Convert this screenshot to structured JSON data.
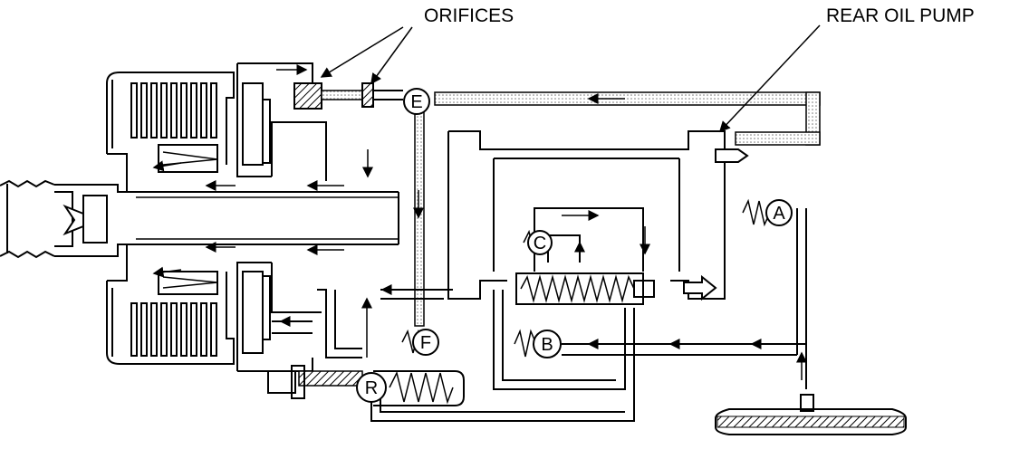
{
  "labels": {
    "orifices": "ORIFICES",
    "rear_oil_pump": "REAR OIL PUMP"
  },
  "valves": {
    "a": "A",
    "b": "B",
    "c": "C",
    "e": "E",
    "f": "F",
    "r": "R"
  },
  "colors": {
    "line": "#000000",
    "background": "#ffffff",
    "passage_fill": "#dcdcdc"
  }
}
